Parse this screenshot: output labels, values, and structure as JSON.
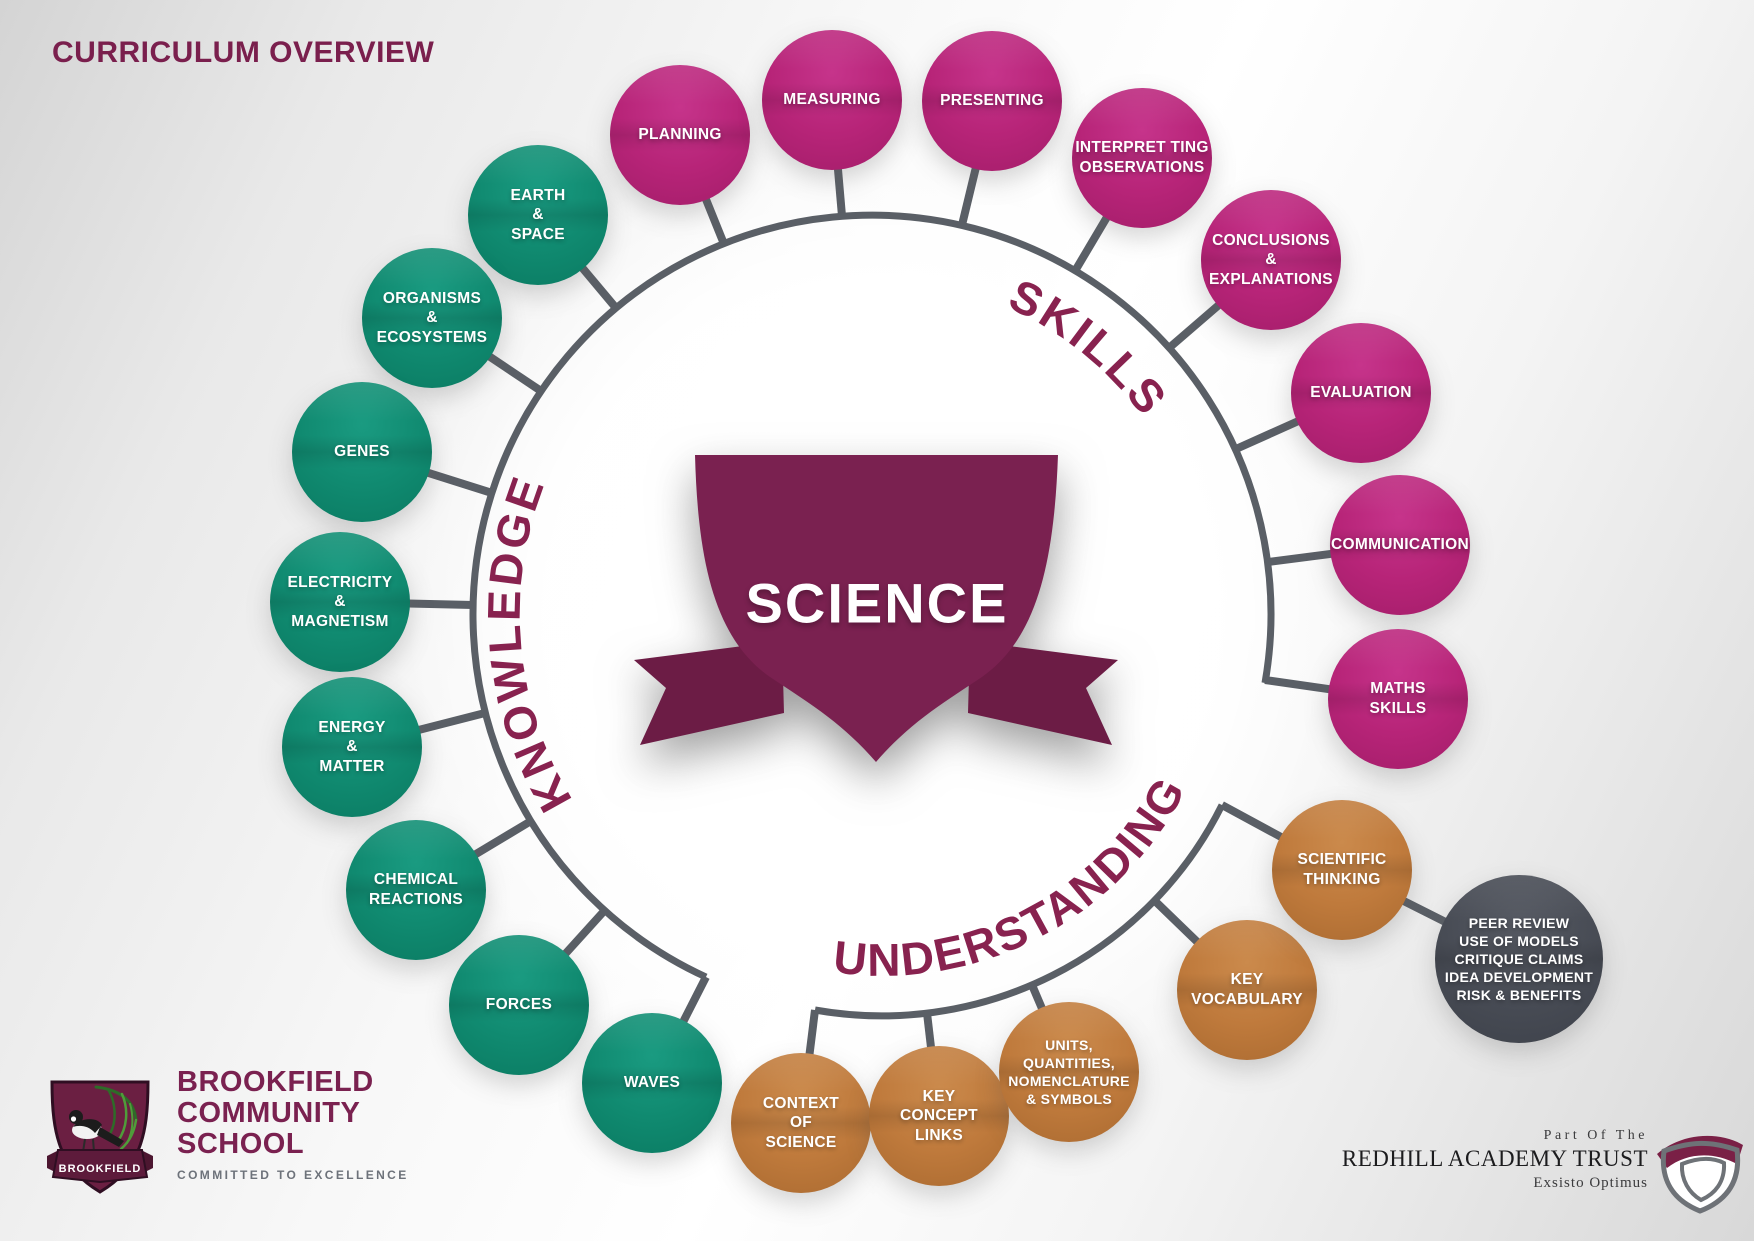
{
  "title": "CURRICULUM OVERVIEW",
  "center": {
    "label": "SCIENCE"
  },
  "groups": {
    "skills": {
      "label": "SKILLS",
      "color": "#b72478",
      "nodes": [
        {
          "id": "planning",
          "lines": [
            "PLANNING"
          ]
        },
        {
          "id": "measuring",
          "lines": [
            "MEASURING"
          ]
        },
        {
          "id": "presenting",
          "lines": [
            "PRESENTING"
          ]
        },
        {
          "id": "interpreting-observations",
          "lines": [
            "INTERPRET TING",
            "OBSERVATIONS"
          ]
        },
        {
          "id": "conclusions-explanations",
          "lines": [
            "CONCLUSIONS",
            "&",
            "EXPLANATIONS"
          ]
        },
        {
          "id": "evaluation",
          "lines": [
            "EVALUATION"
          ]
        },
        {
          "id": "communication",
          "lines": [
            "COMMUNICATION"
          ]
        },
        {
          "id": "maths-skills",
          "lines": [
            "MATHS",
            "SKILLS"
          ]
        }
      ]
    },
    "knowledge": {
      "label": "KNOWLEDGE",
      "color": "#108a70",
      "nodes": [
        {
          "id": "earth-space",
          "lines": [
            "EARTH",
            "&",
            "SPACE"
          ]
        },
        {
          "id": "organisms-ecosystems",
          "lines": [
            "ORGANISMS",
            "&",
            "ECOSYSTEMS"
          ]
        },
        {
          "id": "genes",
          "lines": [
            "GENES"
          ]
        },
        {
          "id": "electricity-magnetism",
          "lines": [
            "ELECTRICITY",
            "&",
            "MAGNETISM"
          ]
        },
        {
          "id": "energy-matter",
          "lines": [
            "ENERGY",
            "&",
            "MATTER"
          ]
        },
        {
          "id": "chemical-reactions",
          "lines": [
            "CHEMICAL",
            "REACTIONS"
          ]
        },
        {
          "id": "forces",
          "lines": [
            "FORCES"
          ]
        },
        {
          "id": "waves",
          "lines": [
            "WAVES"
          ]
        }
      ]
    },
    "understanding": {
      "label": "UNDERSTANDING",
      "color": "#bf7a3c",
      "nodes": [
        {
          "id": "context-of-science",
          "lines": [
            "CONTEXT",
            "OF",
            "SCIENCE"
          ]
        },
        {
          "id": "key-concept-links",
          "lines": [
            "KEY",
            "CONCEPT",
            "LINKS"
          ]
        },
        {
          "id": "units-quantities-nomenclature-symbols",
          "lines": [
            "UNITS,",
            "QUANTITIES,",
            "NOMENCLATURE",
            "& SYMBOLS"
          ]
        },
        {
          "id": "key-vocabulary",
          "lines": [
            "KEY",
            "VOCABULARY"
          ]
        },
        {
          "id": "scientific-thinking",
          "lines": [
            "SCIENTIFIC",
            "THINKING"
          ]
        }
      ]
    }
  },
  "linked_node": {
    "id": "how-science-works",
    "color": "#484c55",
    "lines": [
      "PEER REVIEW",
      "USE OF MODELS",
      "CRITIQUE CLAIMS",
      "IDEA DEVELOPMENT",
      "RISK & BENEFITS"
    ]
  },
  "colors": {
    "accent_maroon": "#7a2150",
    "connector_gray": "#5a5f66",
    "arc_label_maroon": "#88224f"
  },
  "footer_left": {
    "crest_banner": "BROOKFIELD",
    "name_lines": [
      "BROOKFIELD",
      "COMMUNITY",
      "SCHOOL"
    ],
    "tagline": "COMMITTED TO EXCELLENCE"
  },
  "footer_right": {
    "pre": "Part Of The",
    "name": "REDHILL ACADEMY TRUST",
    "motto": "Exsisto Optimus"
  }
}
